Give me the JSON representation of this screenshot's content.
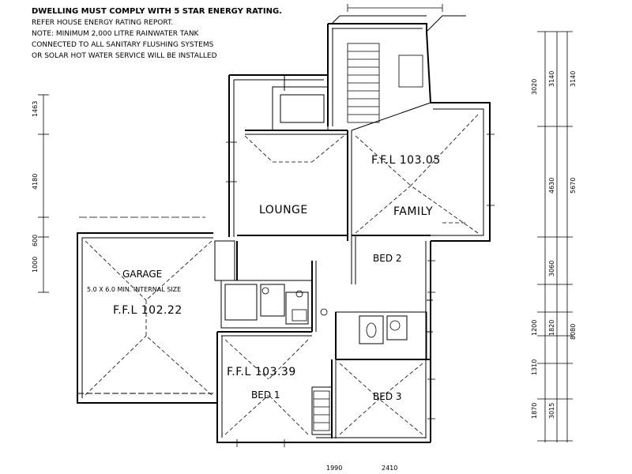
{
  "notes": {
    "line1": "DWELLING MUST COMPLY WITH 5 STAR ENERGY RATING.",
    "line2": "REFER HOUSE ENERGY RATING REPORT.",
    "line3": "NOTE: MINIMUM 2,000 LITRE RAINWATER TANK",
    "line4": "CONNECTED TO ALL SANITARY FLUSHING SYSTEMS",
    "line5": "OR SOLAR HOT WATER SERVICE WILL BE INSTALLED"
  },
  "rooms": {
    "lounge": "LOUNGE",
    "family": "FAMILY",
    "family_ffl": "F.F.L 103.05",
    "garage": "GARAGE",
    "garage_size": "5.0 X 6.0 MIN. INTERNAL SIZE",
    "garage_ffl": "F.F.L 102.22",
    "entry_ffl": "F.F.L 103.39",
    "bed1": "BED 1",
    "bed2": "BED 2",
    "bed3": "BED 3"
  },
  "dimensions": {
    "left_1": "1463",
    "left_2": "4180",
    "left_3": "600",
    "left_4": "1000",
    "right_1": "3020",
    "right_2": "3140",
    "right_3": "3140",
    "right_4": "4630",
    "right_5": "5670",
    "right_6": "3060",
    "right_7": "1820",
    "right_8": "1200",
    "right_9": "8080",
    "right_10": "1310",
    "right_11": "1870",
    "right_12": "3015",
    "bottom_1": "1990",
    "bottom_2": "2410"
  },
  "colors": {
    "ink": "#000000",
    "paper": "#ffffff",
    "hatch": "#333333"
  }
}
